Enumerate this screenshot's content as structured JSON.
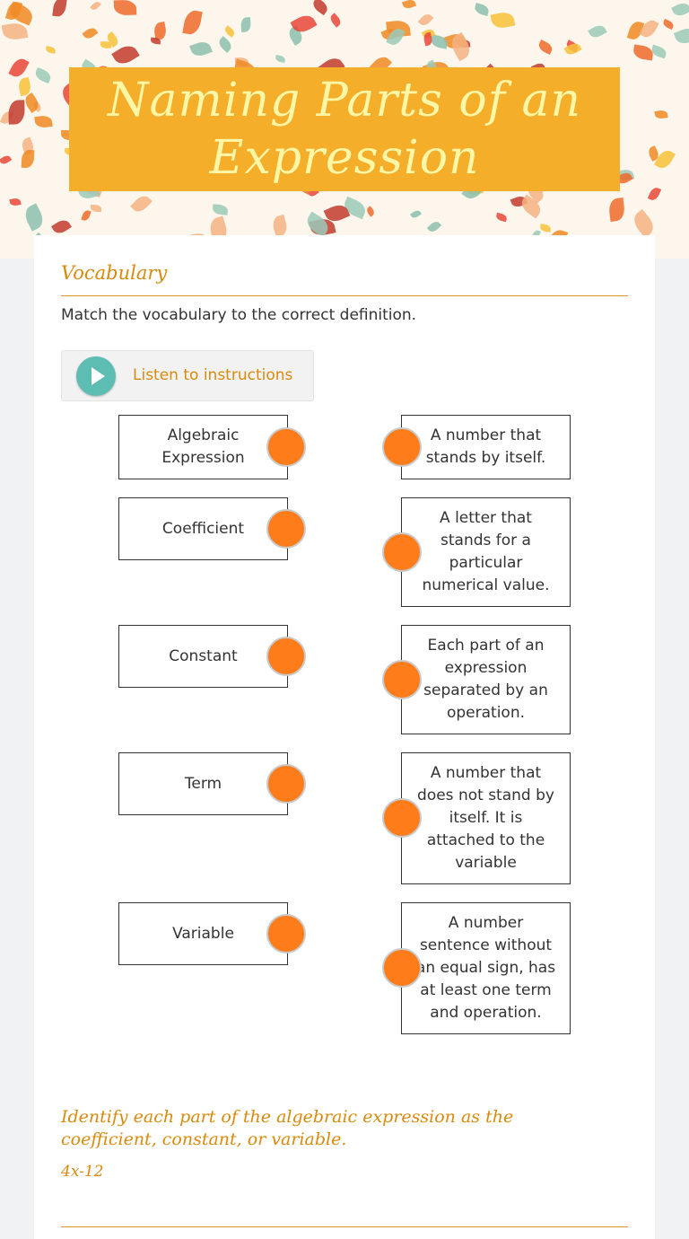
{
  "title": "Naming Parts of an Expression",
  "colors": {
    "title_box": "#f5ae2a",
    "title_text": "#fff6a6",
    "accent": "#d88a0c",
    "match_dot": "#ff7c1a",
    "play_button": "#5dbdb3"
  },
  "section": {
    "title": "Vocabulary",
    "instructions": "Match the vocabulary to the correct definition.",
    "listen_label": "Listen to instructions"
  },
  "terms": [
    "Algebraic Expression",
    "Coefficient",
    "Constant",
    "Term",
    "Variable"
  ],
  "definitions": [
    "A number that stands by itself.",
    "A letter that stands for a particular numerical value.",
    "Each part of an expression separated by an operation.",
    "A number that does not stand by itself. It is attached to the variable",
    "A number sentence without an equal sign, has at least one term and operation."
  ],
  "question": {
    "prompt": "Identify each part of the algebraic expression as the coefficient, constant, or variable.",
    "expression": "4x-12"
  }
}
